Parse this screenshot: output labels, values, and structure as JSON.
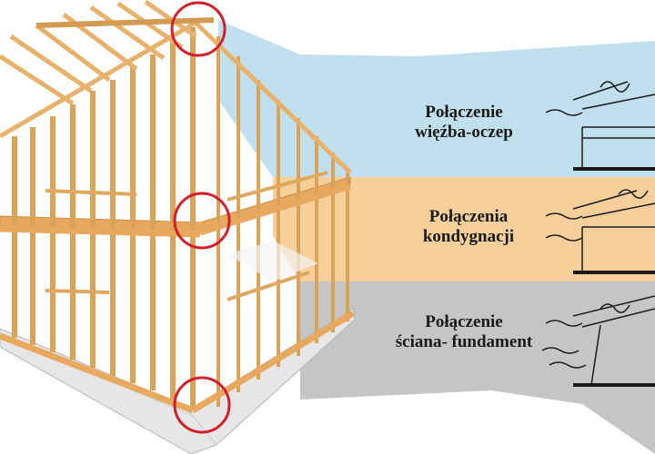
{
  "bands": [
    {
      "line1": "Połączenie",
      "line2": "więźba-oczep",
      "color": "#bfe0ec"
    },
    {
      "line1": "Połączenia",
      "line2": "kondygnacji",
      "color": "#f6cf9b"
    },
    {
      "line1": "Połączenie",
      "line2": "ściana- fundament",
      "color": "#c5c5c6"
    }
  ],
  "colors": {
    "timber": "#f0c47f",
    "timber_dark": "#c98f45",
    "circle": "#d0202c",
    "foundation": "#e6e6e6"
  }
}
